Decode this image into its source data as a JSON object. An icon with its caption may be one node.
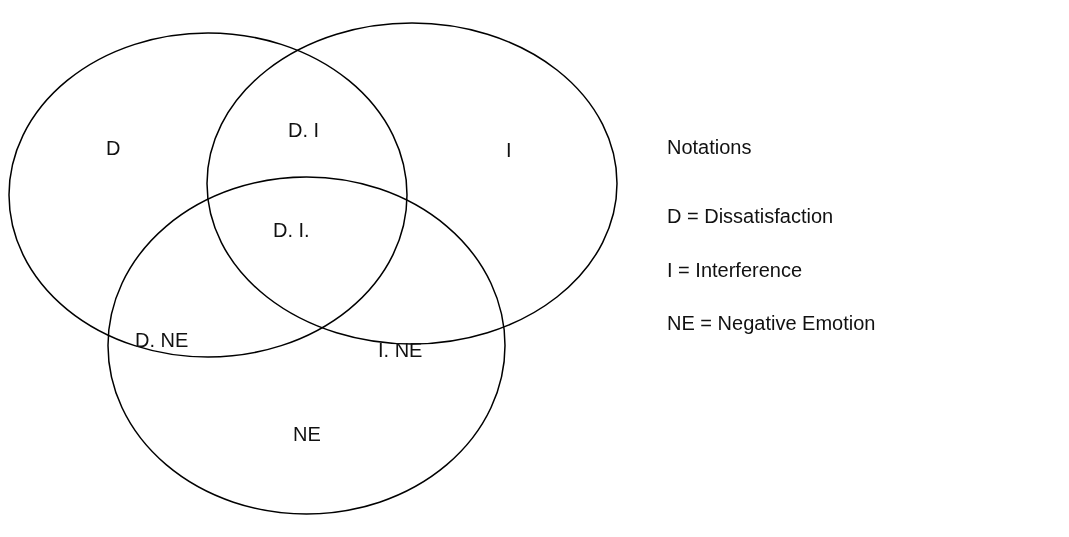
{
  "diagram": {
    "nodes": [
      {
        "text": [
          "D"
        ]
      },
      {
        "text": [
          "I"
        ]
      },
      {
        "text": [
          "NE"
        ]
      }
    ],
    "labels": [
      "D. I",
      "D. I.",
      "D. NE",
      "I. NE",
      "Notations",
      "D = Dissatisfaction",
      "I = Interference",
      "NE = Negative Emotion"
    ]
  }
}
